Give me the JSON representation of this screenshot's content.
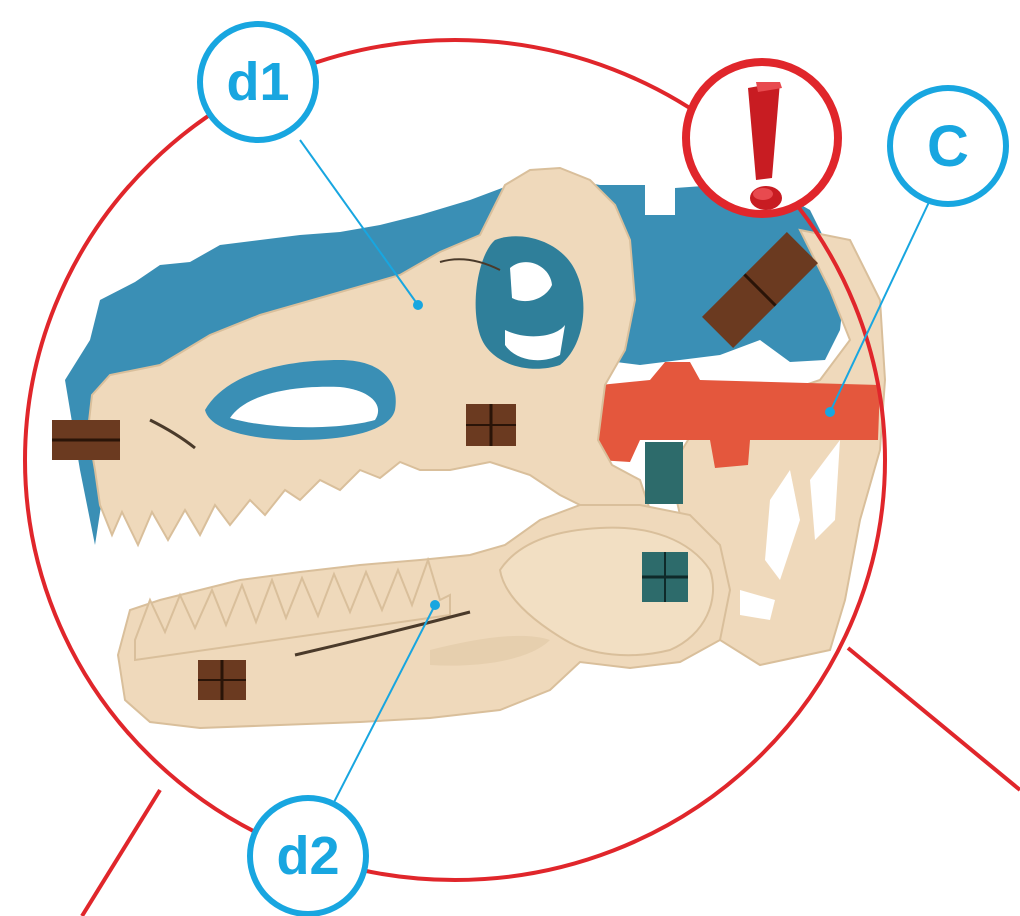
{
  "callouts": {
    "d1": "d1",
    "c": "C",
    "d2": "d2"
  },
  "warning": {
    "icon": "exclamation-warning-icon",
    "symbol": "!"
  },
  "colors": {
    "zoom_circle": "#e0262b",
    "callout": "#18a6e0",
    "plywood": "#efd9bb",
    "plywood_edge": "#d9bf9b",
    "blue_part": "#3a8fb5",
    "red_part": "#e4573d",
    "peg_dark": "#6b3a20",
    "peg_teal": "#2d6b6b"
  }
}
